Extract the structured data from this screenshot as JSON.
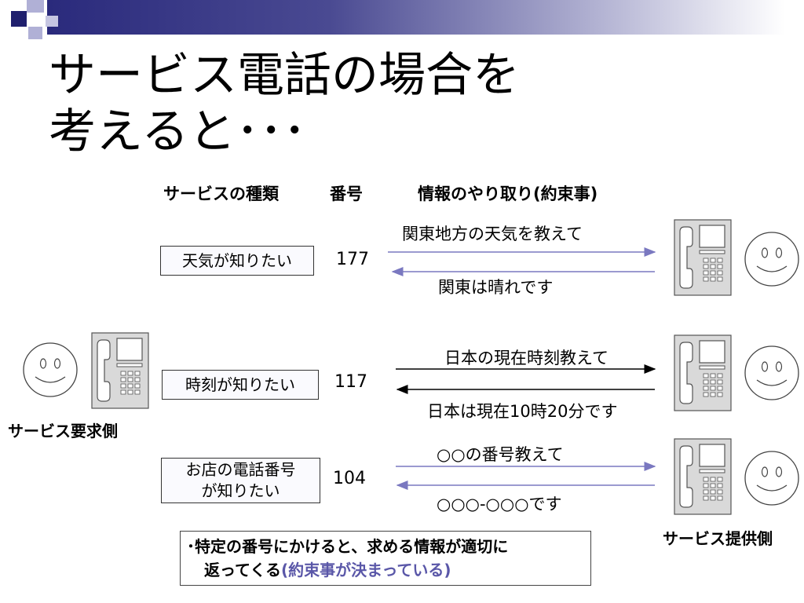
{
  "slide": {
    "title_line1": "サービス電話の場合を",
    "title_line2": "考えると･･･"
  },
  "headers": {
    "service_type": "サービスの種類",
    "number": "番号",
    "exchange": "情報のやり取り(約束事)"
  },
  "rows": [
    {
      "service": "天気が知りたい",
      "number": "177",
      "request": "関東地方の天気を教えて",
      "response": "関東は晴れです"
    },
    {
      "service": "時刻が知りたい",
      "number": "117",
      "request": "日本の現在時刻教えて",
      "response": "日本は現在10時20分です"
    },
    {
      "service_line1": "お店の電話番号",
      "service_line2": "が知りたい",
      "number": "104",
      "request": "○○の番号教えて",
      "response": "○○○-○○○です"
    }
  ],
  "labels": {
    "requester": "サービス要求側",
    "provider": "サービス提供側"
  },
  "note": {
    "line1": "･特定の番号にかけると、求める情報が適切に",
    "line2_plain": "返ってくる",
    "line2_highlight": "(約束事が決まっている)"
  },
  "colors": {
    "title_bar": "#2a2a7c",
    "highlight_text": "#5a57a8",
    "arrow_light": "#7a78c0",
    "arrow_dark": "#000000",
    "phone_fill": "#d9d9d9"
  },
  "icons": [
    "phone-icon",
    "smiley-face-icon"
  ]
}
